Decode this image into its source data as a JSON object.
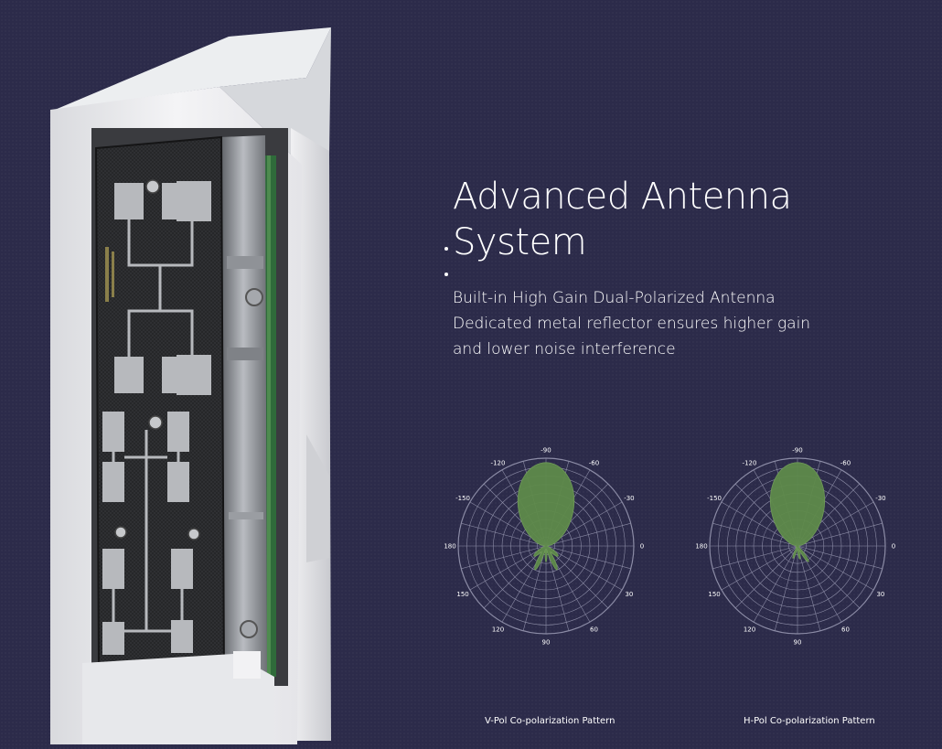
{
  "headline": {
    "line1": "Advanced Antenna",
    "line2": "System"
  },
  "features": [
    "Built-in High Gain Dual-Polarized Antenna",
    "Dedicated metal reflector ensures higher gain",
    "and lower noise interference"
  ],
  "colors": {
    "background": "#2c2b4a",
    "pattern_fill": "#5e8a4a",
    "grid": "#8c8ca6",
    "text": "#ffffff"
  },
  "chart_data": [
    {
      "type": "polar",
      "caption": "V-Pol Co-polarization Pattern",
      "angle_labels": [
        "-90",
        "-60",
        "-30",
        "0",
        "30",
        "60",
        "90",
        "120",
        "150",
        "180",
        "-150",
        "-120"
      ],
      "angles_deg": [
        -90,
        -60,
        -30,
        0,
        30,
        60,
        90,
        120,
        150,
        180,
        -150,
        -120
      ],
      "main_lobe": {
        "direction_deg": -90,
        "radius_fraction": 0.95,
        "halfwidth_deg": 50
      },
      "back_lobes": [
        {
          "direction_deg": 65,
          "radius_fraction": 0.3,
          "halfwidth_deg": 10
        },
        {
          "direction_deg": 90,
          "radius_fraction": 0.18,
          "halfwidth_deg": 8
        },
        {
          "direction_deg": 115,
          "radius_fraction": 0.3,
          "halfwidth_deg": 10
        },
        {
          "direction_deg": 140,
          "radius_fraction": 0.18,
          "halfwidth_deg": 15
        },
        {
          "direction_deg": 40,
          "radius_fraction": 0.18,
          "halfwidth_deg": 15
        }
      ],
      "rings": 10
    },
    {
      "type": "polar",
      "caption": "H-Pol Co-polarization Pattern",
      "angle_labels": [
        "-90",
        "-60",
        "-30",
        "0",
        "30",
        "60",
        "90",
        "120",
        "150",
        "180",
        "-150",
        "-120"
      ],
      "angles_deg": [
        -90,
        -60,
        -30,
        0,
        30,
        60,
        90,
        120,
        150,
        180,
        -150,
        -120
      ],
      "main_lobe": {
        "direction_deg": -90,
        "radius_fraction": 0.95,
        "halfwidth_deg": 48
      },
      "back_lobes": [
        {
          "direction_deg": 55,
          "radius_fraction": 0.22,
          "halfwidth_deg": 10
        },
        {
          "direction_deg": 80,
          "radius_fraction": 0.15,
          "halfwidth_deg": 10
        },
        {
          "direction_deg": 110,
          "radius_fraction": 0.15,
          "halfwidth_deg": 10
        }
      ],
      "rings": 10
    }
  ]
}
